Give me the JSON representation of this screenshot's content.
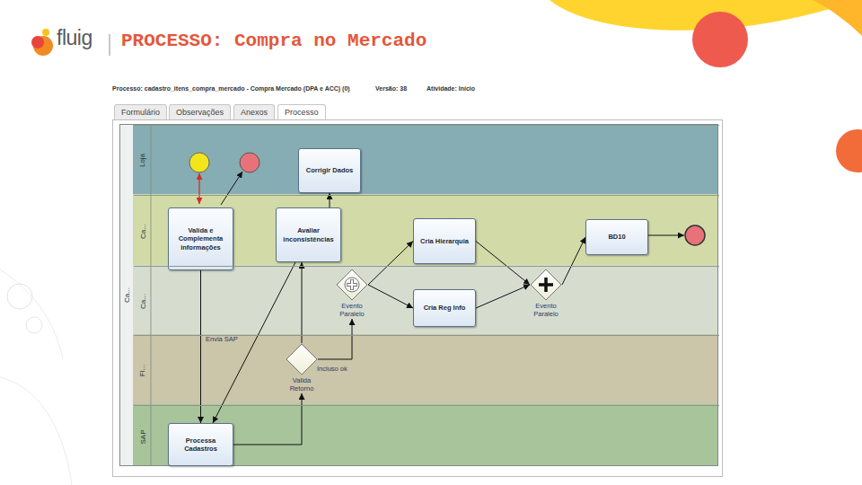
{
  "diagram": {
    "title": "PROCESSO: Compra no Mercado",
    "nodes": [
      {
        "text": [
          "Ca..."
        ]
      },
      {
        "text": [
          "Loja"
        ],
        "in": 0
      },
      {
        "text": [
          "Corrigir Dados"
        ],
        "in": 1
      },
      {
        "text": [
          "Ca..."
        ],
        "in": 0
      },
      {
        "text": [
          "Valida e Complementa informações"
        ],
        "in": 3
      },
      {
        "text": [
          "Avaliar inconsistências"
        ],
        "in": 3
      },
      {
        "text": [
          "Cria Hierarquia"
        ],
        "in": 3
      },
      {
        "text": [
          "BD10"
        ],
        "in": 3
      },
      {
        "text": [
          "Ca..."
        ],
        "in": 0
      },
      {
        "text": [
          "Evento Paralelo"
        ],
        "in": 8
      },
      {
        "text": [
          "Cria Reg Info"
        ],
        "in": 8
      },
      {
        "text": [
          "Evento Paralelo"
        ],
        "in": 8
      },
      {
        "text": [
          "Fl..."
        ],
        "in": 0
      },
      {
        "text": [
          "Valida Retorno"
        ],
        "in": 12
      },
      {
        "text": [
          "SAP"
        ],
        "in": 0
      },
      {
        "text": [
          "Processa Cadastros"
        ],
        "in": 14
      }
    ],
    "edges": [
      {
        "from": 4,
        "to": 15,
        "label": "Envia SAP",
        "arrow": "to"
      },
      {
        "from": 15,
        "to": 13,
        "arrow": "to"
      },
      {
        "from": 13,
        "to": 9,
        "label": "Incluso ok",
        "arrow": "to"
      },
      {
        "from": 13,
        "to": 5,
        "arrow": "to"
      },
      {
        "from": 5,
        "to": 2,
        "arrow": "to"
      },
      {
        "from": 5,
        "to": 15,
        "arrow": "to"
      },
      {
        "from": 9,
        "to": 6,
        "arrow": "to"
      },
      {
        "from": 9,
        "to": 10,
        "arrow": "to"
      },
      {
        "from": 6,
        "to": 11,
        "arrow": "to"
      },
      {
        "from": 10,
        "to": 11,
        "arrow": "to"
      },
      {
        "from": 11,
        "to": 7,
        "arrow": "to"
      }
    ],
    "labels": [
      "fluig",
      "Processo: cadastro_itens_compra_mercado - Compra Mercado (DPA e ACC) (0)",
      "Versão: 38",
      "Atividade: Início",
      "Formulário",
      "Observações",
      "Anexos",
      "Processo"
    ]
  }
}
